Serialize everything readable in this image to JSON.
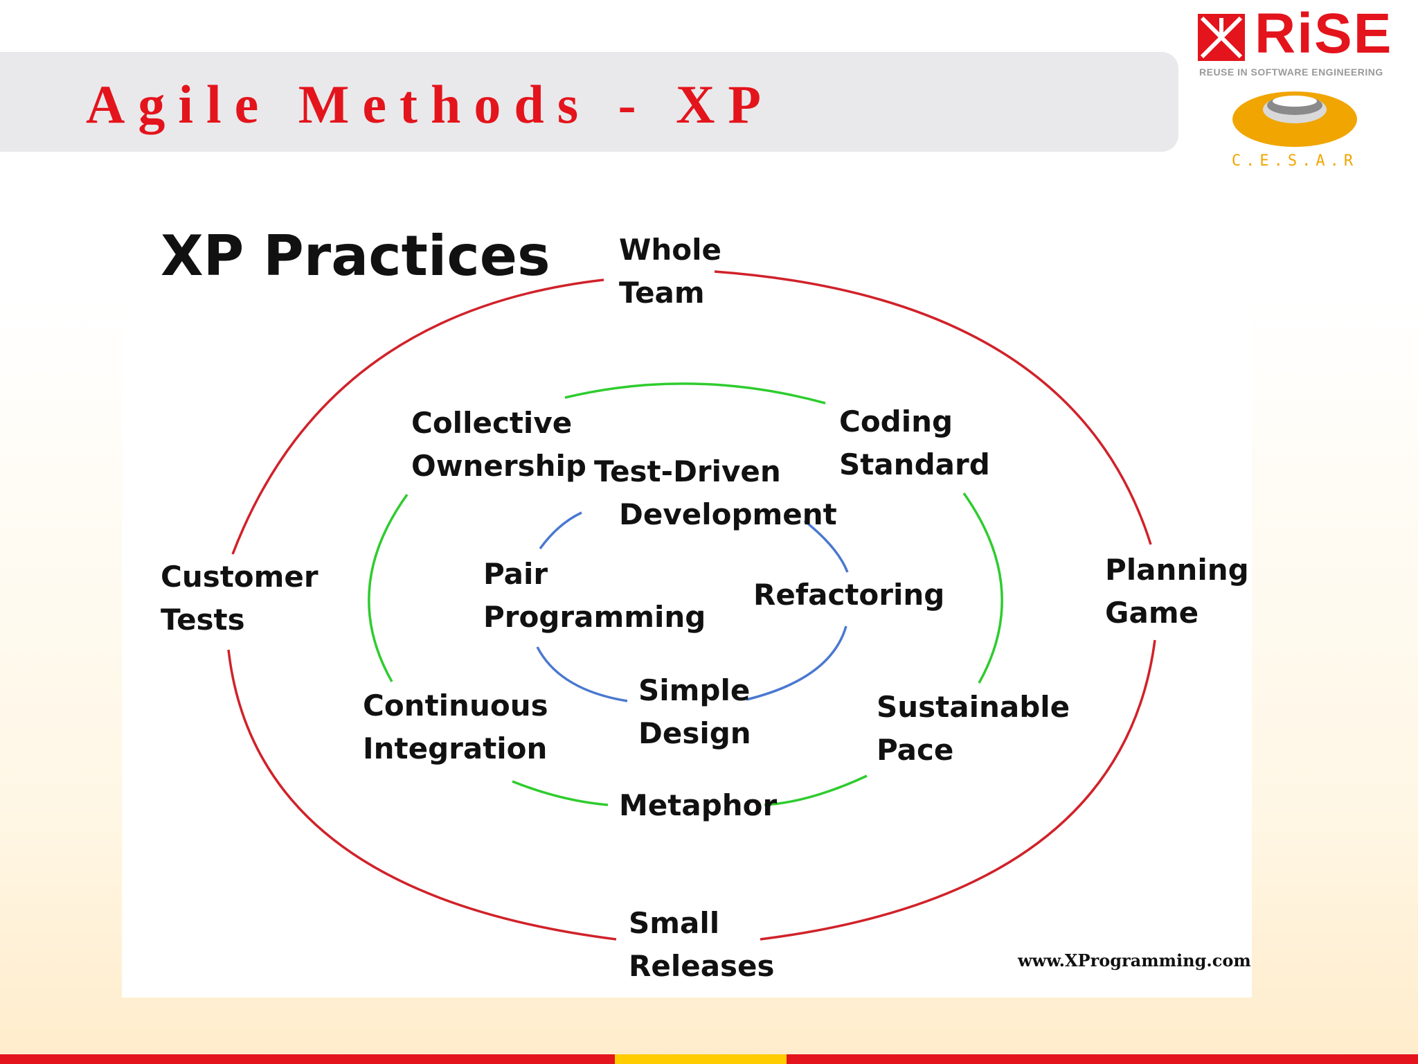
{
  "slide": {
    "title": "Agile Methods - XP",
    "colors": {
      "title": "#e3141c",
      "outer_ring": "#d0222a",
      "middle_ring": "#2ecc2e",
      "inner_ring": "#4a78d0",
      "footer_red": "#e3141c",
      "footer_yellow": "#ffcc00"
    }
  },
  "logos": {
    "rise": {
      "wordmark": "RiSE",
      "tagline": "REUSE IN SOFTWARE ENGINEERING"
    },
    "cesar": {
      "text": "C.E.S.A.R"
    }
  },
  "diagram": {
    "title": "XP Practices",
    "source": "www.XProgramming.com",
    "outer_ring": {
      "whole_team": [
        "Whole",
        "Team"
      ],
      "planning_game": [
        "Planning",
        "Game"
      ],
      "small_releases": [
        "Small",
        "Releases"
      ],
      "customer_tests": [
        "Customer",
        "Tests"
      ]
    },
    "middle_ring": {
      "collective_ownership": [
        "Collective",
        "Ownership"
      ],
      "coding_standard": [
        "Coding",
        "Standard"
      ],
      "sustainable_pace": [
        "Sustainable",
        "Pace"
      ],
      "metaphor": "Metaphor",
      "continuous_integration": [
        "Continuous",
        "Integration"
      ]
    },
    "inner_ring": {
      "test_driven_development": [
        "Test-Driven",
        "Development"
      ],
      "refactoring": "Refactoring",
      "simple_design": [
        "Simple",
        "Design"
      ],
      "pair_programming": [
        "Pair",
        "Programming"
      ]
    }
  }
}
